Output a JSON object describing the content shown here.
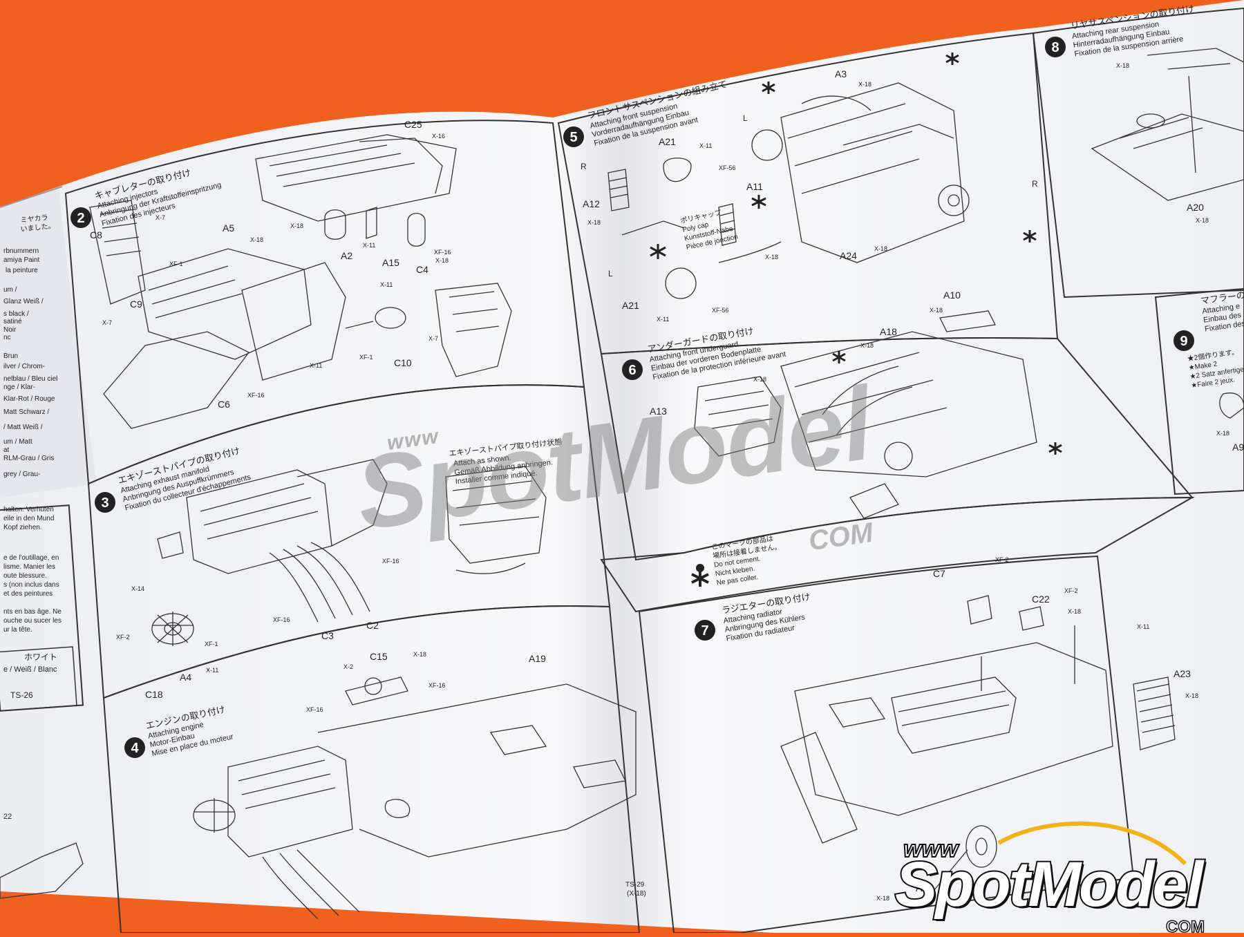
{
  "colors": {
    "background": "#f0601e",
    "paper": "#f7f7f9",
    "ink": "#222222"
  },
  "left_strip": {
    "lines": [
      "ミヤカラ",
      "いました。",
      "rbnummern",
      "amiya Paint",
      "la peinture",
      "um /",
      "Glanz Weiß /",
      "s black /",
      "satiné",
      "Noir",
      "nc",
      "Brun",
      "ilver / Chrom-",
      "nelblau / Bleu ciel",
      "nge / Klar-",
      "Klar-Rot / Rouge",
      "Matt Schwarz /",
      "/ Matt Weiß /",
      "um / Matt",
      "at",
      "RLM-Grau / Gris",
      "grey / Grau-",
      "halten. Verhüten",
      "eile in den Mund",
      "Kopf ziehen.",
      "e de l'outillage, en",
      "lisme. Manier les",
      "oute blessure.",
      "s (non inclus dans",
      "et des peintures",
      "nts en bas âge. Ne",
      "ouche ou sucer les",
      "ur la tête."
    ],
    "paint_box": {
      "title": "ホワイト",
      "text": "e / Weiß / Blanc",
      "code": "TS-26"
    },
    "page_num": "22"
  },
  "steps": [
    {
      "num": "2",
      "lines": [
        "キャブレターの取り付け",
        "Attaching injectors",
        "Anbringung der Kraftstoffeinspritzung",
        "Fixation des injecteurs"
      ]
    },
    {
      "num": "3",
      "lines": [
        "エキゾーストパイプの取り付け",
        "Attaching exhaust manifold",
        "Anbringung des Auspuffkrümmers",
        "Fixation du collecteur d'échappements"
      ]
    },
    {
      "num": "4",
      "lines": [
        "エンジンの取り付け",
        "Attaching engine",
        "Motor-Einbau",
        "Mise en place du moteur"
      ]
    },
    {
      "num": "5",
      "lines": [
        "フロントサスペンションの組み立て",
        "Attaching front suspension",
        "Vorderradaufhängung Einbau",
        "Fixation de la suspension avant"
      ]
    },
    {
      "num": "6",
      "lines": [
        "アンダーガードの取り付け",
        "Attaching front underguard",
        "Einbau der vorderen Bodenplatte",
        "Fixation de la protection inférieure avant"
      ]
    },
    {
      "num": "7",
      "lines": [
        "ラジエターの取り付け",
        "Attaching radiator",
        "Anbringung des Kühlers",
        "Fixation du radiateur"
      ]
    },
    {
      "num": "8",
      "lines": [
        "リヤサスペンションの取り付け",
        "Attaching rear suspension",
        "Hinterradaufhängung Einbau",
        "Fixation de la suspension arrière"
      ]
    },
    {
      "num": "9",
      "lines": [
        "マフラーの取り",
        "Attaching e",
        "Einbau des",
        "Fixation des"
      ]
    }
  ],
  "notes": {
    "attach_as_shown": [
      "エキゾーストパイプ取り付け状態",
      "Attach as shown.",
      "Gemäß Abbildung anbringen.",
      "Installer comme indiqué."
    ],
    "poly_cap": [
      "ポリキャップ",
      "Poly cap",
      "Kunststoff-Nabe",
      "Pièce de jonction"
    ],
    "do_not_cement": [
      "このマークの部品は",
      "場所は接着しません。",
      "Do not cement.",
      "Nicht kleben.",
      "Ne pas coller."
    ],
    "make_two": [
      "★2個作ります。",
      "★Make 2",
      "★2 Satz anfertige",
      "★Faire 2 jeux."
    ],
    "paint": [
      "TS-29",
      "(X-18)"
    ]
  },
  "part_labels": {
    "step2": [
      "C25",
      "X-16",
      "C8",
      "X-7",
      "A5",
      "X-18",
      "XF-1",
      "X-18",
      "A2",
      "X-11",
      "A15",
      "C4",
      "XF-16",
      "X-18",
      "C9",
      "X-7",
      "X-11",
      "XF-1",
      "C10",
      "X-7",
      "X-11",
      "C6",
      "XF-16"
    ],
    "step3": [
      "X-14",
      "XF-16",
      "XF-16",
      "C3",
      "C2",
      "XF-2",
      "XF-1",
      "C18",
      "A4",
      "X-11"
    ],
    "step4": [
      "X-2",
      "C15",
      "X-18",
      "XF-16",
      "XF-16",
      "A19"
    ],
    "step5": [
      "A3",
      "X-18",
      "A21",
      "X-11",
      "XF-56",
      "R",
      "A12",
      "X-18",
      "A11",
      "X-18",
      "A21",
      "X-11",
      "XF-56",
      "L",
      "R",
      "L",
      "A24",
      "X-18"
    ],
    "step6": [
      "A10",
      "X-18",
      "A18",
      "X-18",
      "X-18",
      "A13"
    ],
    "step7": [
      "C7",
      "XF-2",
      "C22",
      "XF-2",
      "X-18",
      "X-11",
      "A23",
      "X-18",
      "X-18",
      "A14"
    ],
    "step8": [
      "X-18",
      "A20",
      "X-18"
    ],
    "step9": [
      "X-18",
      "A9"
    ]
  },
  "watermark": {
    "www": "www",
    "main": "SpotModel",
    "com": "COM"
  },
  "logo": {
    "www": "www",
    "main": "SpotModel",
    "com": "COM"
  }
}
